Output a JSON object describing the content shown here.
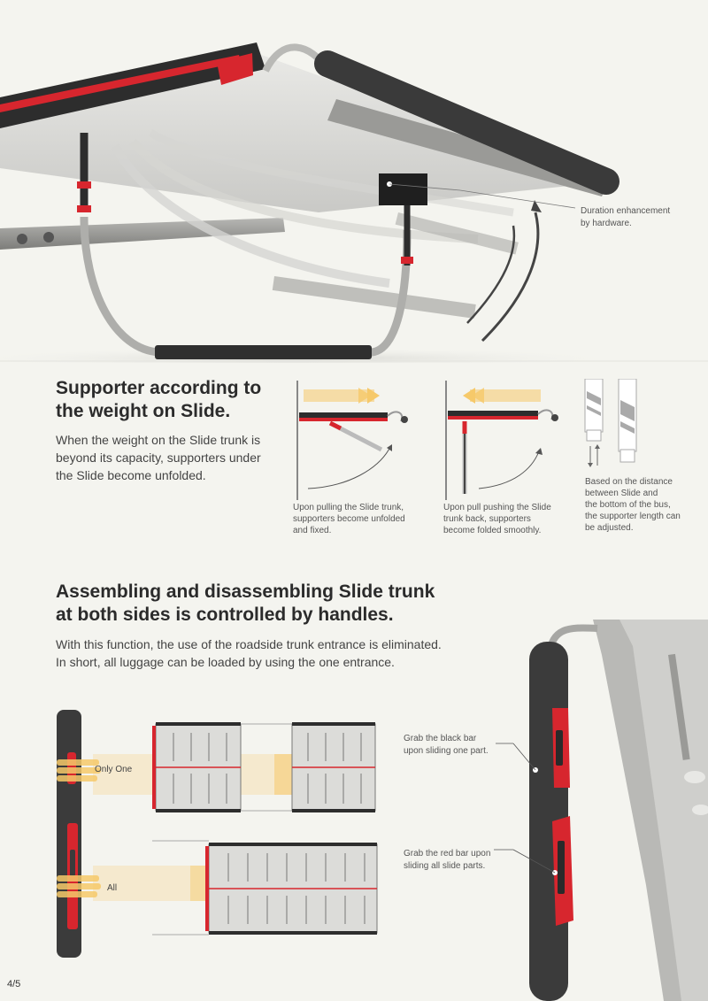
{
  "section1": {
    "title_line1": "Supporter according to",
    "title_line2": "the weight on Slide.",
    "body_line1": "When the weight on the Slide trunk is",
    "body_line2": "beyond its capacity, supporters under",
    "body_line3": "the Slide become unfolded."
  },
  "hero_callout": {
    "line1": "Duration enhancement",
    "line2": "by hardware."
  },
  "diagrams": [
    {
      "lines": [
        "Upon pulling the Slide trunk,",
        "supporters become unfolded",
        "and fixed."
      ]
    },
    {
      "lines": [
        "Upon pull pushing the Slide",
        "trunk back, supporters",
        "become folded smoothly."
      ]
    },
    {
      "lines": [
        "Based on the distance",
        "between Slide and",
        "the bottom of the bus,",
        "the supporter length can",
        "be adjusted."
      ]
    }
  ],
  "section2": {
    "title_line1": "Assembling and disassembling Slide trunk",
    "title_line2": "at both sides is controlled by handles.",
    "body_line1": "With this function, the use of the roadside trunk entrance is eliminated.",
    "body_line2": "In short, all luggage can be loaded by using the one entrance."
  },
  "handles": {
    "only_one": "Only One",
    "all": "All"
  },
  "callouts": {
    "black_bar": {
      "line1": "Grab the black bar",
      "line2": "upon sliding one part."
    },
    "red_bar": {
      "line1": "Grab the red bar upon",
      "line2": "sliding all slide parts."
    }
  },
  "page": {
    "number": "4/5"
  },
  "colors": {
    "accent_red": "#d7262e",
    "dark_bar": "#3b3b3b",
    "arrow_yellow": "#f6c96a",
    "background": "#f4f4ef"
  }
}
